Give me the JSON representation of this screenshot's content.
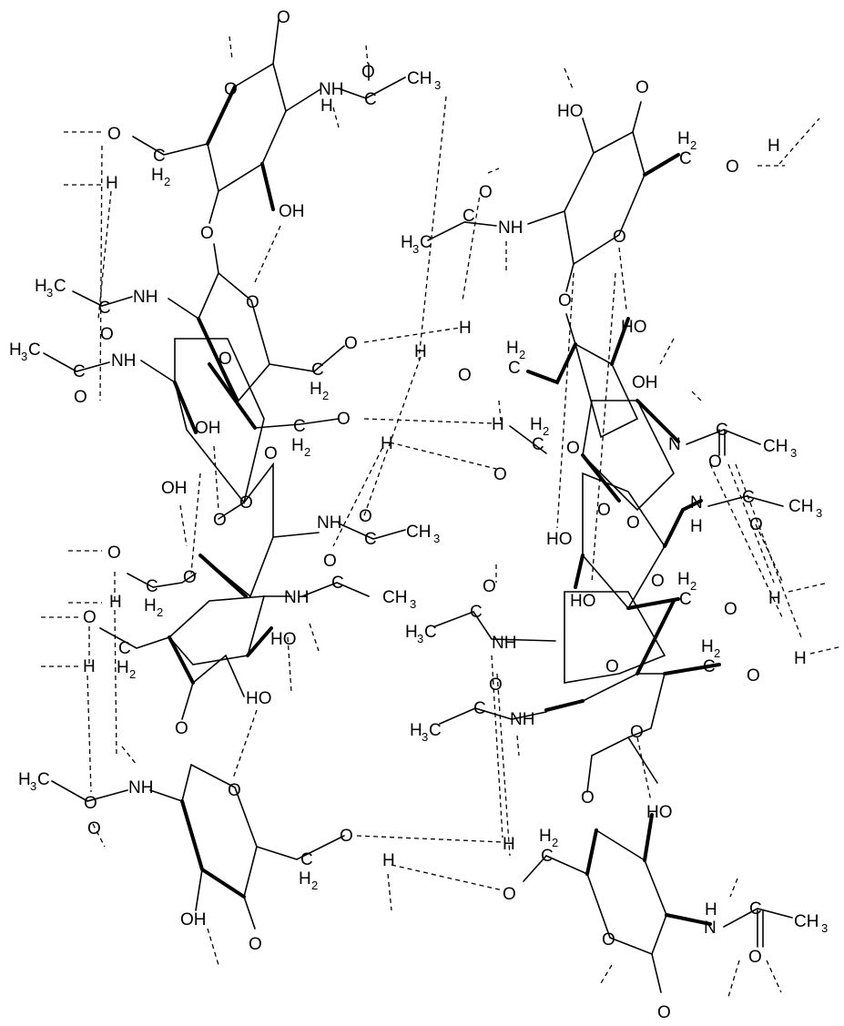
{
  "labels": {
    "oxygen": "O",
    "hydrogen": "H",
    "hydroxyl": "OH",
    "hydroxyl_left": "HO",
    "amine": "NH",
    "nitrogen": "N",
    "carbon": "C",
    "methyl": "CH",
    "methyl_left": "H",
    "methyl_left_c": "C",
    "methylene": "H",
    "sub_2": "2",
    "sub_3": "3"
  },
  "colors": {
    "ink": "#000000",
    "background": "#ffffff"
  }
}
